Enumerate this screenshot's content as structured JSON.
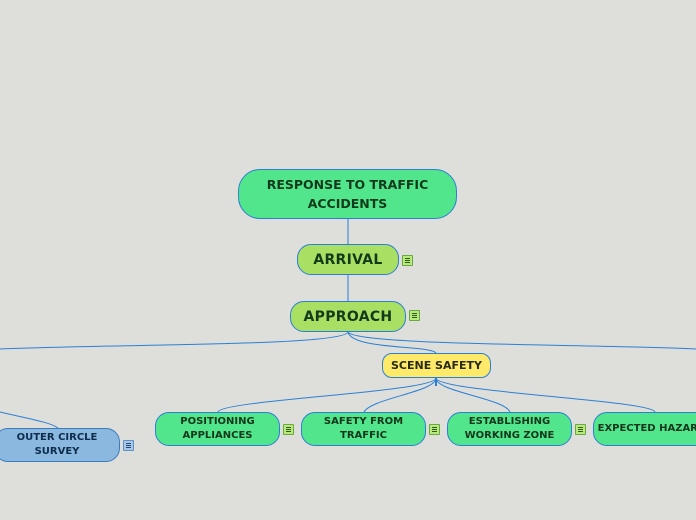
{
  "mindmap": {
    "root": {
      "label": "RESPONSE TO TRAFFIC ACCIDENTS"
    },
    "arrival": {
      "label": "ARRIVAL"
    },
    "approach": {
      "label": "APPROACH"
    },
    "scene_safety": {
      "label": "SCENE SAFETY"
    },
    "children": [
      {
        "label": "POSITIONING APPLIANCES"
      },
      {
        "label": "SAFETY FROM TRAFFIC"
      },
      {
        "label": "ESTABLISHING WORKING ZONE"
      },
      {
        "label": "EXPECTED HAZARDS"
      }
    ],
    "outer_survey": {
      "label": "OUTER CIRCLE SURVEY"
    }
  },
  "colors": {
    "background": "#dededa",
    "node_green": "#52e68c",
    "node_lime": "#a9e063",
    "node_yellow": "#fde96a",
    "node_blue": "#8ab8df",
    "link": "#2b7fd6"
  },
  "icons": {
    "note": "notes-icon"
  }
}
